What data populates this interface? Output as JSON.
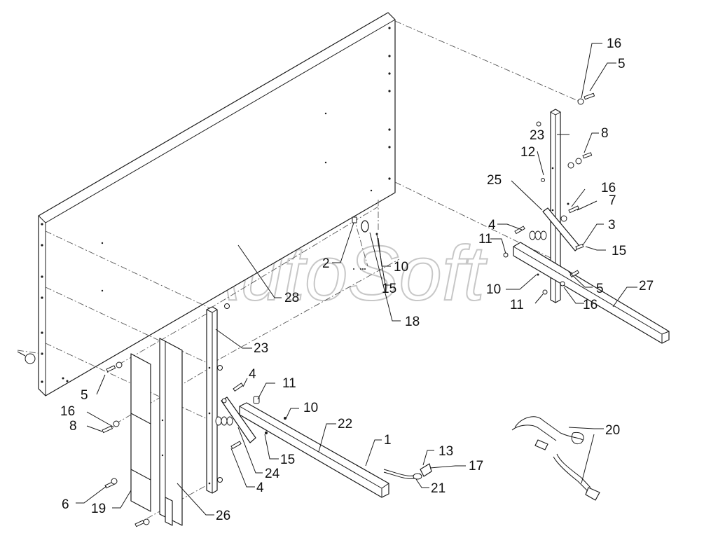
{
  "watermark": "AutoSoft",
  "callouts": {
    "c1": "1",
    "c2": "2",
    "c3": "3",
    "c4a": "4",
    "c4b": "4",
    "c4c": "4",
    "c5a": "5",
    "c5b": "5",
    "c5c": "5",
    "c6": "6",
    "c7": "7",
    "c8a": "8",
    "c8b": "8",
    "c10a": "10",
    "c10b": "10",
    "c10c": "10",
    "c11a": "11",
    "c11b": "11",
    "c11c": "11",
    "c12": "12",
    "c13": "13",
    "c15a": "15",
    "c15b": "15",
    "c15c": "15",
    "c16a": "16",
    "c16b": "16",
    "c16c": "16",
    "c16d": "16",
    "c17": "17",
    "c18": "18",
    "c19": "19",
    "c20": "20",
    "c21": "21",
    "c22": "22",
    "c23a": "23",
    "c23b": "23",
    "c24": "24",
    "c25": "25",
    "c26": "26",
    "c27": "27",
    "c28": "28"
  }
}
